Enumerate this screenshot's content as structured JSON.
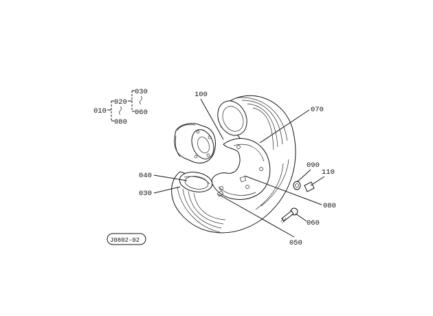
{
  "tree": {
    "root": "010",
    "branch_a": "020",
    "branch_b": "080",
    "sub_a1": "030",
    "sub_a2": "060"
  },
  "callouts": {
    "c100": "100",
    "c070": "070",
    "c090": "090",
    "c110": "110",
    "c040": "040",
    "c030": "030",
    "c080": "080",
    "c060": "060",
    "c050": "050"
  },
  "code_badge": "J0802-02"
}
